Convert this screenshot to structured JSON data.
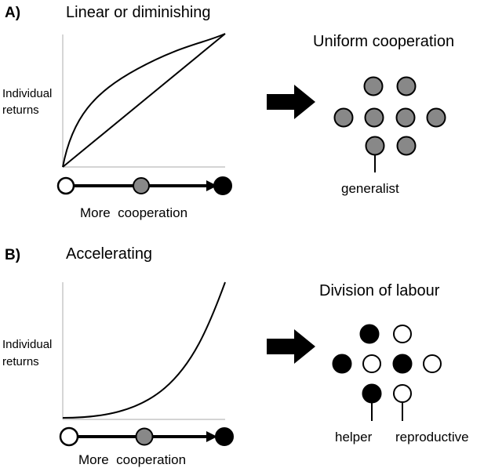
{
  "colors": {
    "generalist": "#888888",
    "helper": "#000000",
    "reproductive": "#ffffff",
    "stroke": "#000000",
    "axis": "#bbbbbb"
  },
  "panel_a": {
    "letter": "A)",
    "title": "Linear or diminishing",
    "ylabel_line1": "Individual",
    "ylabel_line2": "returns",
    "xlabel": "More  cooperation",
    "outcome_title": "Uniform cooperation",
    "individual_label": "generalist",
    "arrow_icon": "right-arrow-icon"
  },
  "panel_b": {
    "letter": "B)",
    "title": "Accelerating",
    "ylabel_line1": "Individual",
    "ylabel_line2": "returns",
    "xlabel": "More  cooperation",
    "outcome_title": "Division of labour",
    "individual_label_1": "helper",
    "individual_label_2": "reproductive",
    "arrow_icon": "right-arrow-icon"
  }
}
